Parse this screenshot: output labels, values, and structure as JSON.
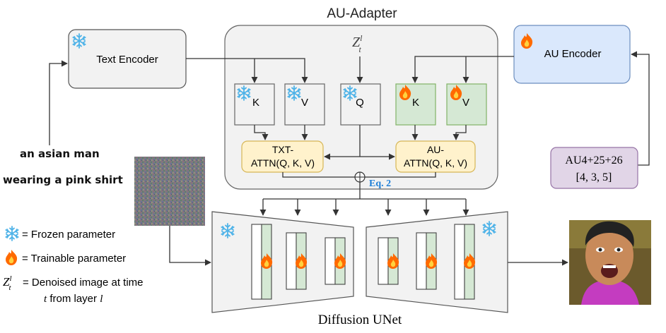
{
  "adapter": {
    "title": "AU-Adapter",
    "zt": "Z",
    "zt_sup": "l",
    "zt_sub": "t"
  },
  "text_encoder": {
    "label": "Text Encoder"
  },
  "au_encoder": {
    "label": "AU Encoder"
  },
  "txt_branch": {
    "k": "K",
    "v": "V",
    "q": "Q",
    "attn_line1": "TXT-",
    "attn_line2": "ATTN(Q, K, V)"
  },
  "au_branch": {
    "k": "K",
    "v": "V",
    "attn_line1": "AU-",
    "attn_line2": "ATTN(Q, K, V)"
  },
  "fusion": {
    "eq_label": "Eq. 2"
  },
  "prompt": {
    "line1": "an asian man",
    "line2": "wearing a pink shirt"
  },
  "au_condition": {
    "line1": "AU4+25+26",
    "line2": "[4, 3, 5]"
  },
  "unet": {
    "label": "Diffusion UNet"
  },
  "legend": {
    "frozen": "= Frozen parameter",
    "trainable": "= Trainable parameter",
    "denoised_line1": "= Denoised image at time",
    "denoised_line2_t": "t",
    "denoised_line2_mid": " from layer ",
    "denoised_line2_l": "l"
  },
  "icons": {
    "frozen": "snowflake-icon",
    "trainable": "flame-icon"
  },
  "colors": {
    "adapter_bg": "#f2f2f2",
    "trainable_fill": "#d5e8d4",
    "trainable_stroke": "#82b366",
    "attn_fill": "#fff2cc",
    "attn_stroke": "#d6b656",
    "au_encoder_fill": "#dae8fc",
    "au_encoder_stroke": "#6c8ebf",
    "au_condition_fill": "#e1d5e7",
    "au_condition_stroke": "#9673a6",
    "snowflake": "#4fb3e8",
    "flame": "#ff6a00",
    "eq_color": "#1f7fd6"
  }
}
